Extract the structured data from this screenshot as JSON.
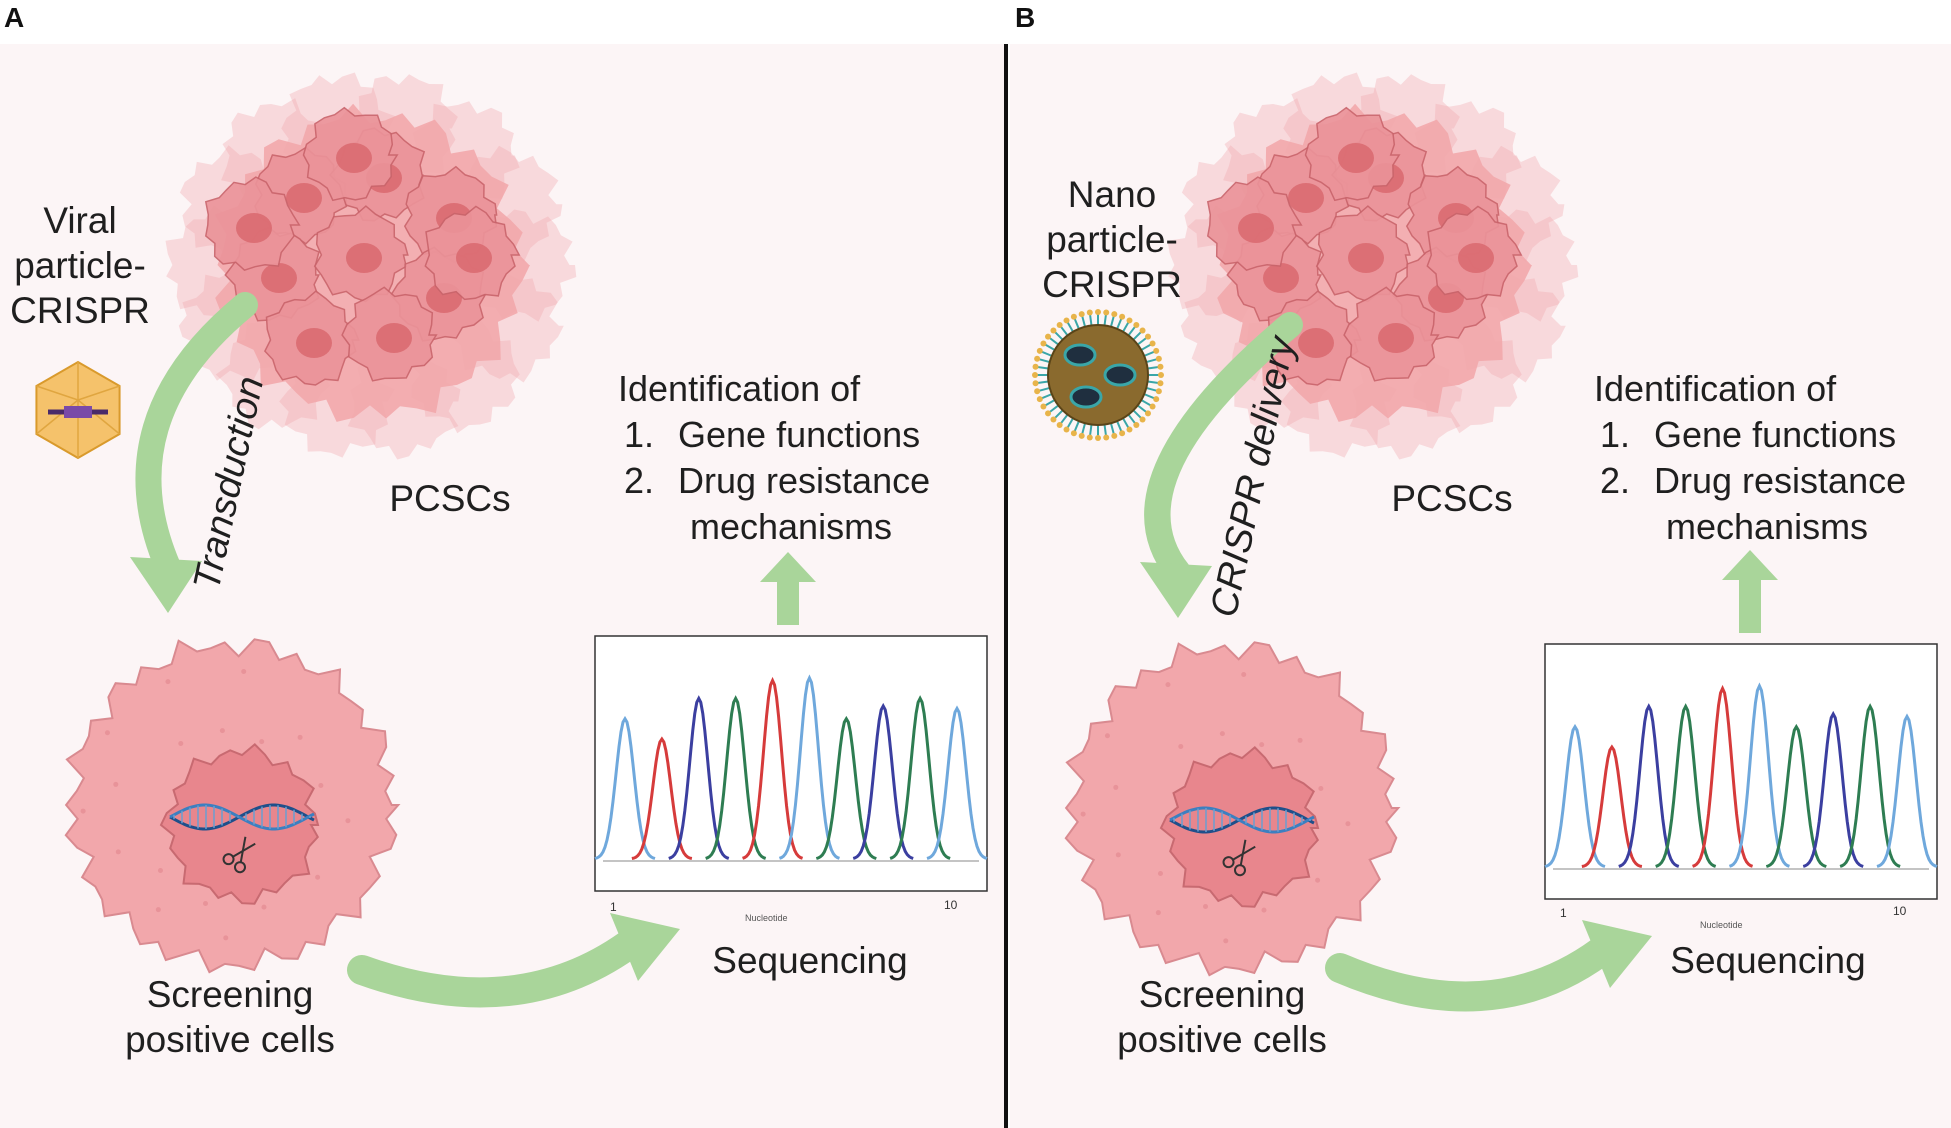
{
  "colors": {
    "background": "#fcf5f6",
    "cell_pink": "#f2a7ab",
    "cell_dark": "#d9686e",
    "arrow_green": "#a9d59a",
    "peak_lightblue": "#6fa8dc",
    "peak_red": "#d63b3b",
    "peak_navy": "#3b3fa0",
    "peak_green": "#2e7d52",
    "capsid_orange": "#f5c26b",
    "nano_teal": "#3aa6a8"
  },
  "panels": [
    {
      "letter": "A",
      "delivery_label": [
        "Viral",
        "particle-",
        "CRISPR"
      ],
      "delivery_icon": "viral-capsid-icon",
      "arrow_label": "Transduction",
      "cluster_label": "PCSCs",
      "identification_title": "Identification of",
      "identification_items": [
        {
          "num": "1.",
          "text": "Gene functions"
        },
        {
          "num": "2.",
          "text": "Drug resistance"
        }
      ],
      "identification_cont": "mechanisms",
      "sequencing_label": "Sequencing",
      "screening_label": [
        "Screening",
        "positive cells"
      ],
      "plot_ticks": [
        "1",
        "10"
      ],
      "plot_axis": "Nucleotide"
    },
    {
      "letter": "B",
      "delivery_label": [
        "Nano",
        "particle-",
        "CRISPR"
      ],
      "delivery_icon": "nanoparticle-icon",
      "arrow_label": "CRISPR delivery",
      "cluster_label": "PCSCs",
      "identification_title": "Identification of",
      "identification_items": [
        {
          "num": "1.",
          "text": "Gene functions"
        },
        {
          "num": "2.",
          "text": "Drug resistance"
        }
      ],
      "identification_cont": "mechanisms",
      "sequencing_label": "Sequencing",
      "screening_label": [
        "Screening",
        "positive cells"
      ],
      "plot_ticks": [
        "1",
        "10"
      ],
      "plot_axis": "Nucleotide"
    }
  ]
}
